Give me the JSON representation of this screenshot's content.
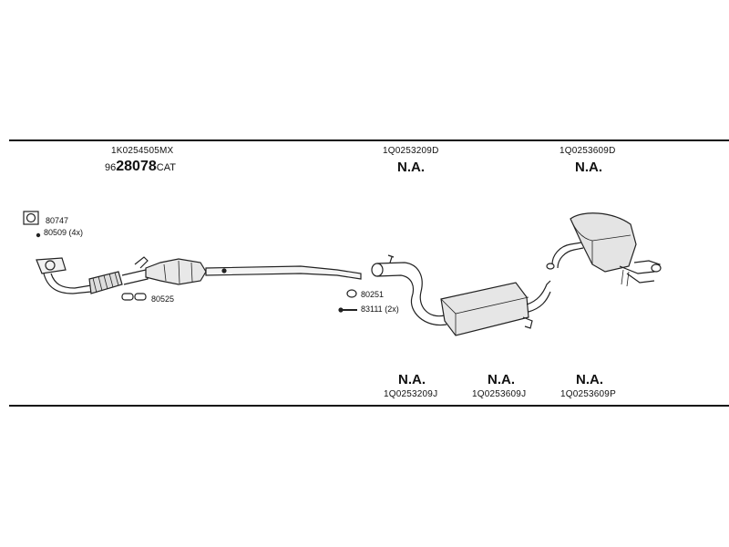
{
  "header": {
    "col1": {
      "part_number": "1K0254505MX",
      "code_prefix": "96",
      "code_main": "28078",
      "code_suffix": "CAT"
    },
    "col2": {
      "part_number": "1Q0253209D",
      "status": "N.A."
    },
    "col3": {
      "part_number": "1Q0253609D",
      "status": "N.A."
    }
  },
  "footer": {
    "col1": {
      "status": "N.A.",
      "part_number": "1Q0253209J"
    },
    "col2": {
      "status": "N.A.",
      "part_number": "1Q0253609J"
    },
    "col3": {
      "status": "N.A.",
      "part_number": "1Q0253609P"
    }
  },
  "labels": {
    "gasket": "80747",
    "bolt_front": "80509 (4x)",
    "clamp_front": "80525",
    "ring": "80251",
    "bolt_mid": "83111 (2x)"
  }
}
